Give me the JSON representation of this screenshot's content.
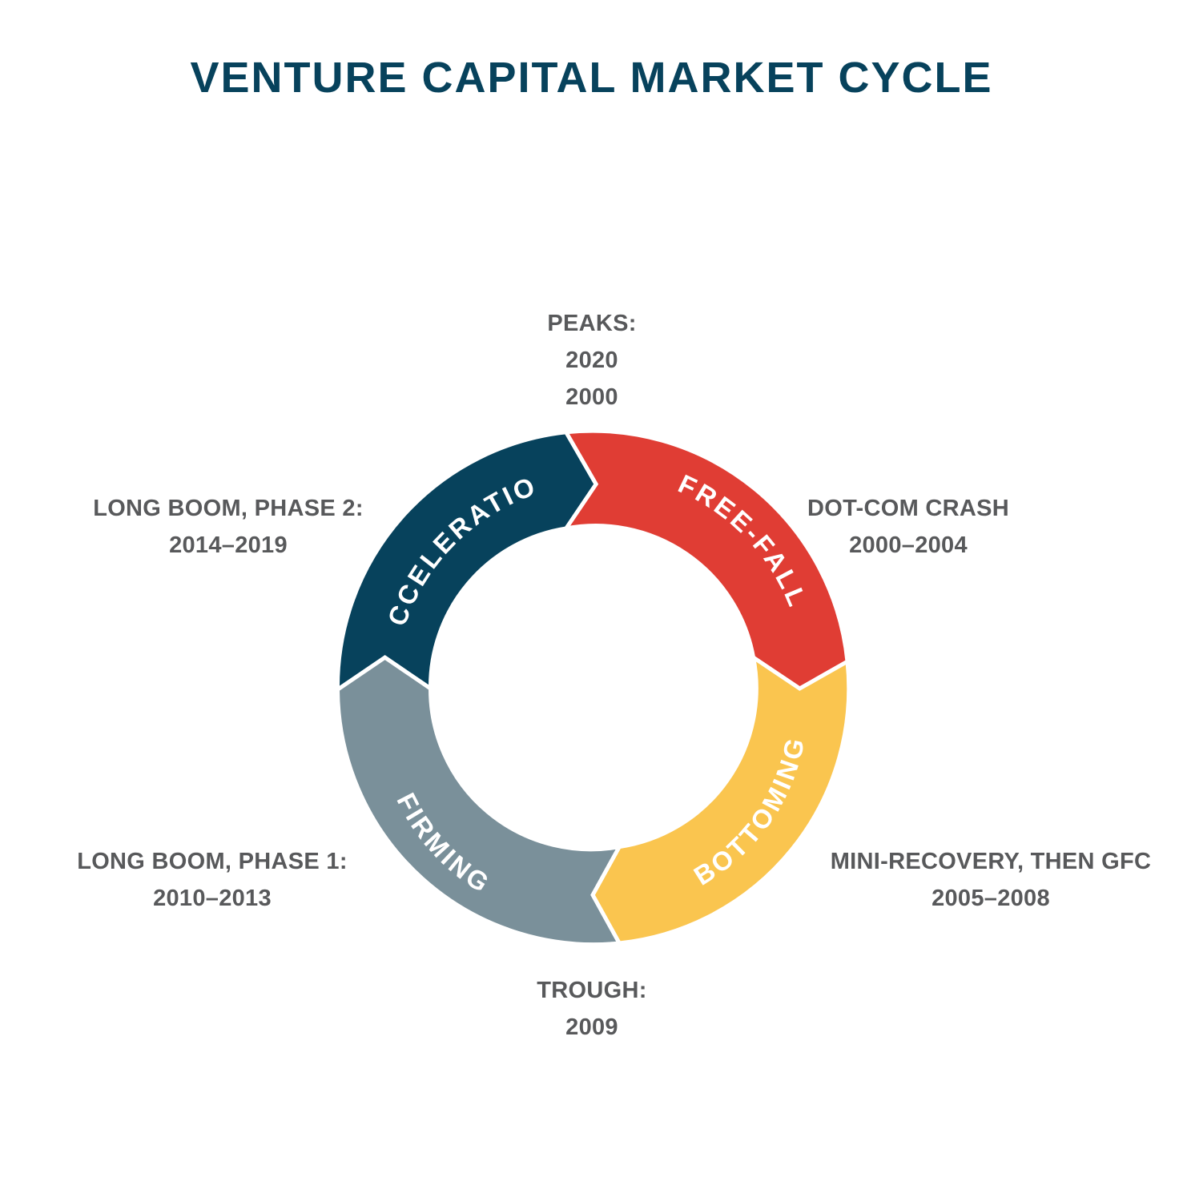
{
  "title": "VENTURE CAPITAL MARKET CYCLE",
  "colors": {
    "title": "#07425c",
    "annotation_text": "#58595b",
    "segment_label": "#ffffff",
    "separator": "#ffffff"
  },
  "segments": [
    {
      "label": "ACCELERATION",
      "color": "#07425c"
    },
    {
      "label": "FREE-FALL",
      "color": "#e03d34"
    },
    {
      "label": "BOTTOMING",
      "color": "#fac54f"
    },
    {
      "label": "FIRMING",
      "color": "#7a909a"
    }
  ],
  "annotations": {
    "peaks": {
      "line1": "PEAKS:",
      "line2": "2020",
      "line3": "2000"
    },
    "dotcom": {
      "line1": "DOT-COM CRASH",
      "line2": "2000–2004"
    },
    "mini": {
      "line1": "MINI-RECOVERY, THEN GFC",
      "line2": "2005–2008"
    },
    "trough": {
      "line1": "TROUGH:",
      "line2": "2009"
    },
    "phase1": {
      "line1": "LONG BOOM, PHASE 1:",
      "line2": "2010–2013"
    },
    "phase2": {
      "line1": "LONG BOOM, PHASE 2:",
      "line2": "2014–2019"
    }
  }
}
